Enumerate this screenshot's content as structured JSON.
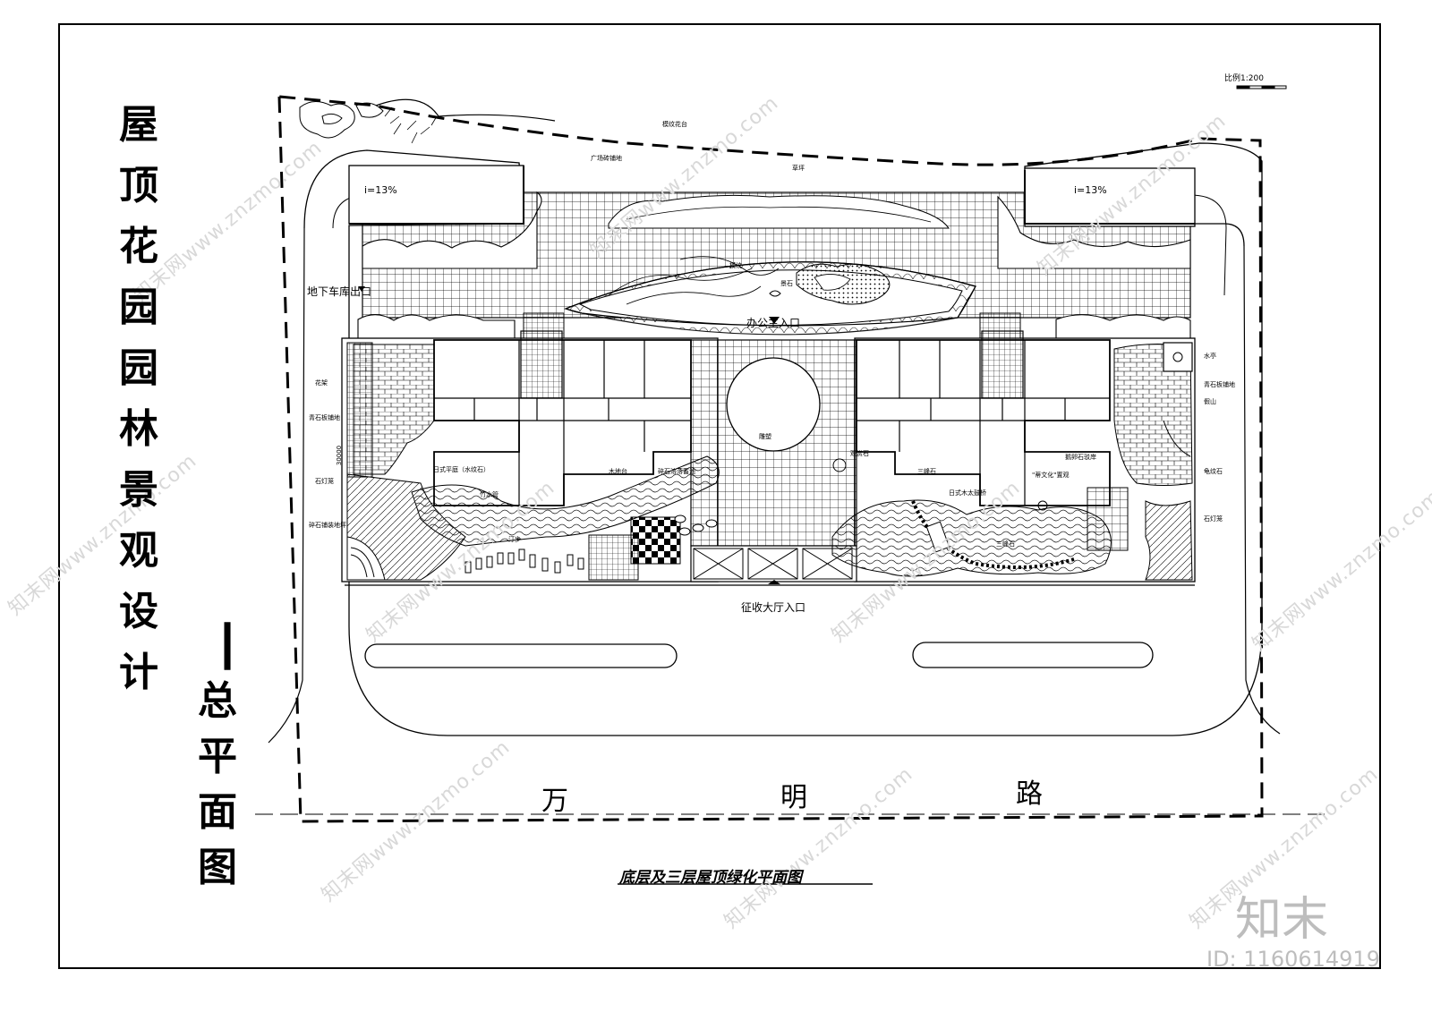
{
  "title_main_chars": [
    "屋",
    "顶",
    "花",
    "园",
    "园",
    "林",
    "景",
    "观",
    "设",
    "计"
  ],
  "title_sub_chars": [
    "总",
    "平",
    "面",
    "图"
  ],
  "title_dash": "—",
  "scale_label": "比例1:200",
  "slope_left": "i=13%",
  "slope_right": "i=13%",
  "garage_exit": "地下车库出口",
  "office_entrance": "办公主入口",
  "hall_entrance": "征收大厅入口",
  "road_chars": [
    "万",
    "明",
    "路"
  ],
  "drawing_caption": "底层及三层屋顶绿化平面图",
  "small_labels": {
    "wave_bed": "模纹花台",
    "square_paving": "广场砖铺地",
    "grass": "草坪",
    "wave": "模纹",
    "boulder": "景石",
    "pergola": "花架",
    "stone_paving": "青石板铺地",
    "stone_lamp_l": "石灯笼",
    "gravel_path": "碎石铺装地坪",
    "dry_garden": "日式平庭（水纹石）",
    "bamboo_pipe": "竹水管",
    "wood_platform": "木地台",
    "gravel_fall": "碎石溶落蓄池",
    "stepping": "汀步",
    "sculpture_l": "雕塑",
    "landscape_stone": "观赏石",
    "three_stones_top": "三峰石",
    "three_stones_bottom": "三峰石",
    "wood_bridge": "日式木太鼓桥",
    "culture_stone": "\"蒂文化\"置观",
    "stone_edge": "鹅卵石驳岸",
    "pavilion": "水亭",
    "stone_tiles_r": "青石板铺地",
    "rockery": "假山",
    "turtle_stone": "龟纹石",
    "stone_lamp_r": "石灯笼",
    "height_mark": "30000"
  },
  "watermark_text": "知末网www.znzmo.com",
  "logo_text": "知末",
  "id_text": "ID: 1160614919"
}
